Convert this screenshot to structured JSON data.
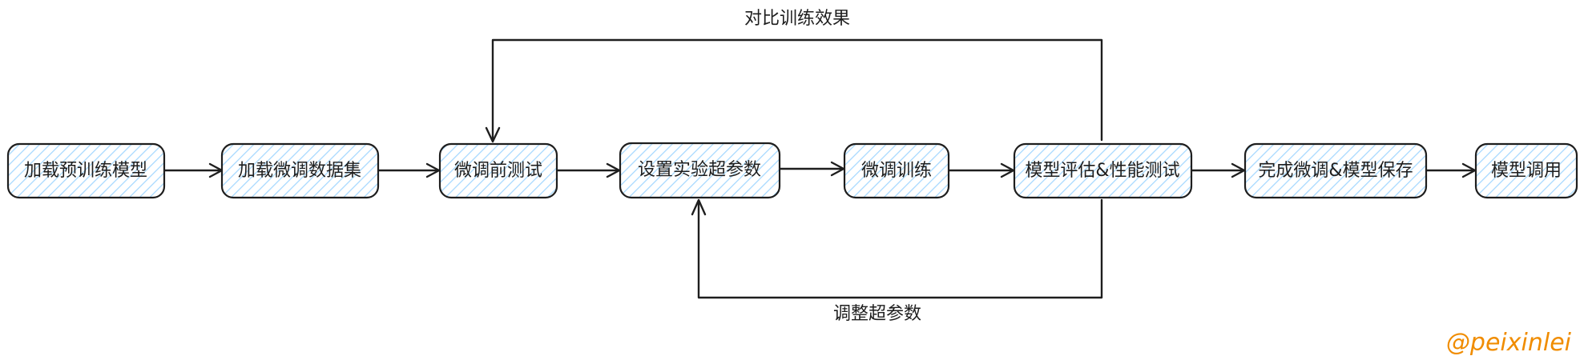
{
  "nodes": [
    {
      "id": "n1",
      "label": "加载预训练模型"
    },
    {
      "id": "n2",
      "label": "加载微调数据集"
    },
    {
      "id": "n3",
      "label": "微调前测试"
    },
    {
      "id": "n4",
      "label": "设置实验超参数"
    },
    {
      "id": "n5",
      "label": "微调训练"
    },
    {
      "id": "n6",
      "label": "模型评估&性能测试"
    },
    {
      "id": "n7",
      "label": "完成微调&模型保存"
    },
    {
      "id": "n8",
      "label": "模型调用"
    }
  ],
  "edges": [
    {
      "from": "n1",
      "to": "n2"
    },
    {
      "from": "n2",
      "to": "n3"
    },
    {
      "from": "n3",
      "to": "n4"
    },
    {
      "from": "n4",
      "to": "n5"
    },
    {
      "from": "n5",
      "to": "n6"
    },
    {
      "from": "n6",
      "to": "n7"
    },
    {
      "from": "n7",
      "to": "n8"
    }
  ],
  "feedback_edges": [
    {
      "from": "n6",
      "to": "n3",
      "label": "对比训练效果"
    },
    {
      "from": "n6",
      "to": "n4",
      "label": "调整超参数"
    }
  ],
  "watermark": "@peixinlei",
  "colors": {
    "hatch": "#a5d8ff",
    "stroke": "#1e1e1e",
    "watermark": "#f08c00"
  }
}
